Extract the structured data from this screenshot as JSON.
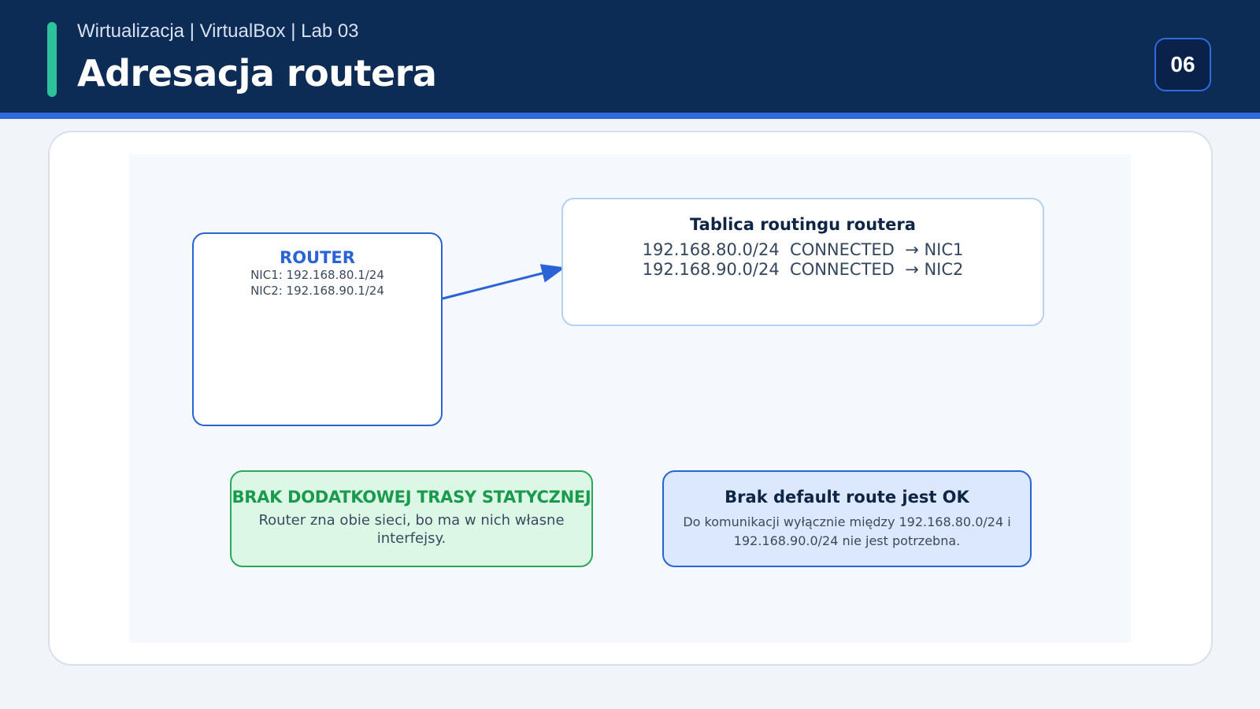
{
  "header": {
    "subtitle": "Wirtualizacja | VirtualBox | Lab 03",
    "title": "Adresacja routera",
    "page_number": "06"
  },
  "router": {
    "title": "ROUTER",
    "nic1": "NIC1: 192.168.80.1/24",
    "nic2": "NIC2: 192.168.90.1/24"
  },
  "routing_table": {
    "title": "Tablica routingu routera",
    "rows": [
      "192.168.80.0/24  CONNECTED  → NIC1",
      "192.168.90.0/24  CONNECTED  → NIC2"
    ]
  },
  "note_static": {
    "title": "BRAK DODATKOWEJ TRASY STATYCZNEJ",
    "text": "Router zna obie sieci, bo ma w nich własne interfejsy."
  },
  "note_default": {
    "title": "Brak default route jest OK",
    "text": "Do komunikacji wyłącznie między 192.168.80.0/24 i 192.168.90.0/24 nie jest potrzebna."
  },
  "colors": {
    "header_bg": "#0c2b55",
    "accent": "#2ec29a",
    "primary_blue": "#2a63d6",
    "green": "#1a9a4c"
  }
}
